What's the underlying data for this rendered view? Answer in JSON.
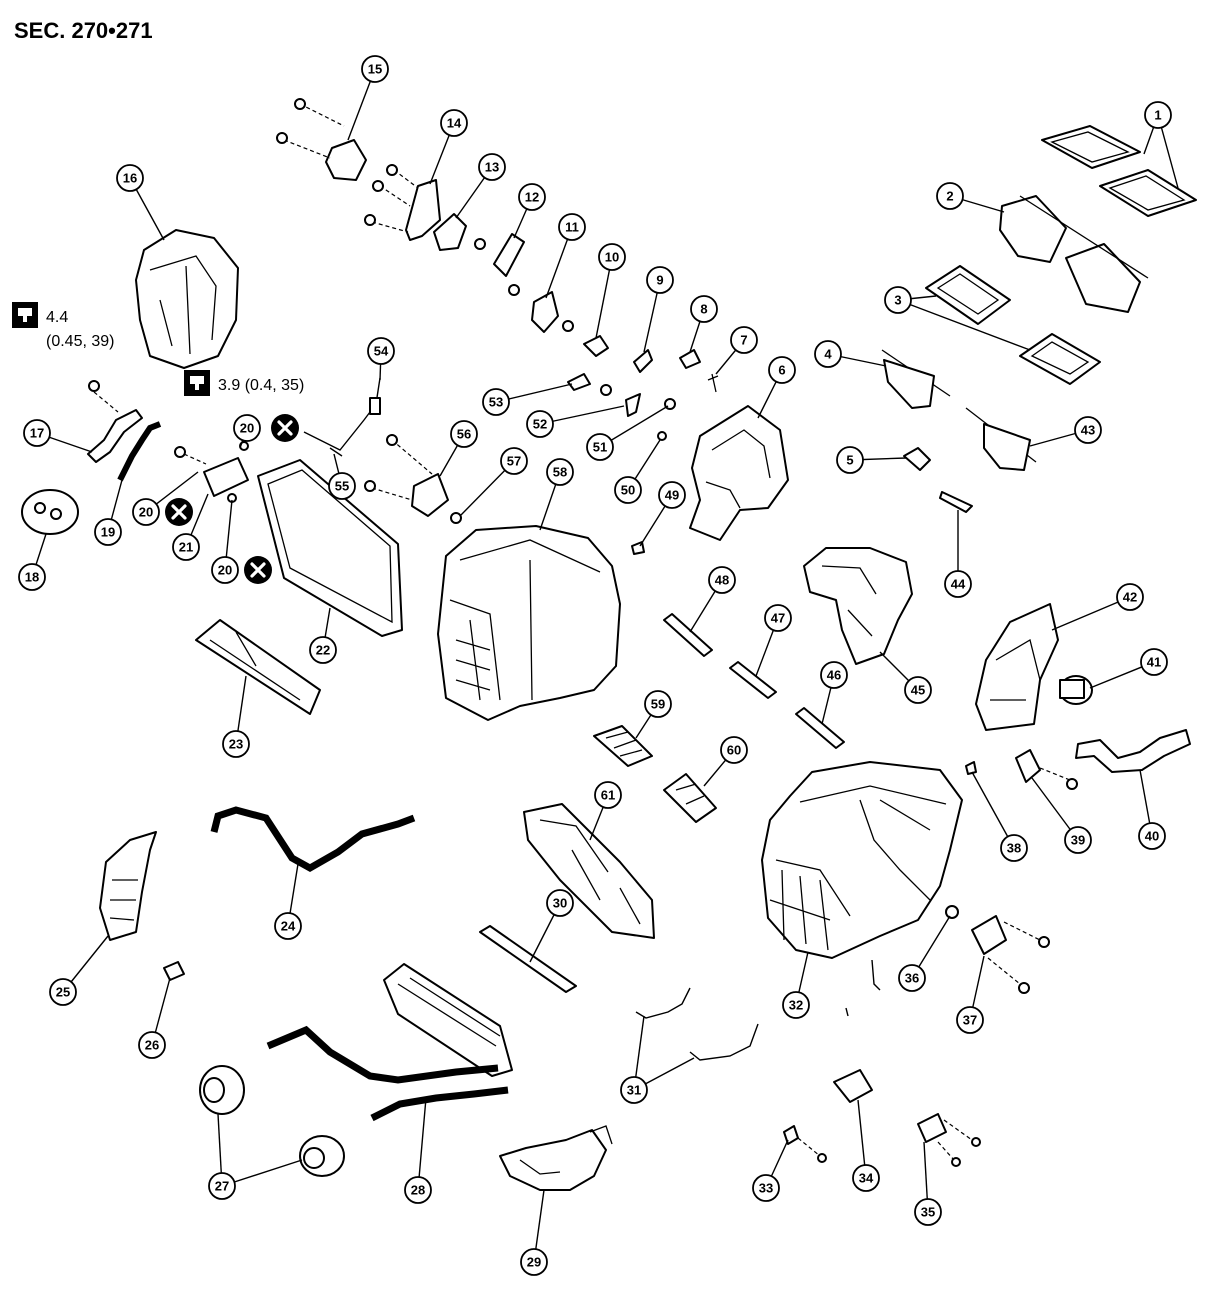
{
  "section_title": "SEC. 270•271",
  "torque_specs": [
    {
      "line1": "4.4",
      "line2": "(0.45, 39)",
      "icon": "torque-wrench-icon"
    },
    {
      "line1": "3.9 (0.4, 35)",
      "icon": "torque-wrench-icon"
    }
  ],
  "non_reusable_symbol": "circle-x-icon",
  "callouts": [
    "1",
    "2",
    "3",
    "4",
    "5",
    "6",
    "7",
    "8",
    "9",
    "10",
    "11",
    "12",
    "13",
    "14",
    "15",
    "16",
    "17",
    "18",
    "19",
    "20",
    "21",
    "22",
    "23",
    "24",
    "25",
    "26",
    "27",
    "28",
    "29",
    "30",
    "31",
    "32",
    "33",
    "34",
    "35",
    "36",
    "37",
    "38",
    "39",
    "40",
    "41",
    "42",
    "43",
    "44",
    "45",
    "46",
    "47",
    "48",
    "49",
    "50",
    "51",
    "52",
    "53",
    "54",
    "55",
    "56",
    "57",
    "58",
    "59",
    "60",
    "61"
  ]
}
